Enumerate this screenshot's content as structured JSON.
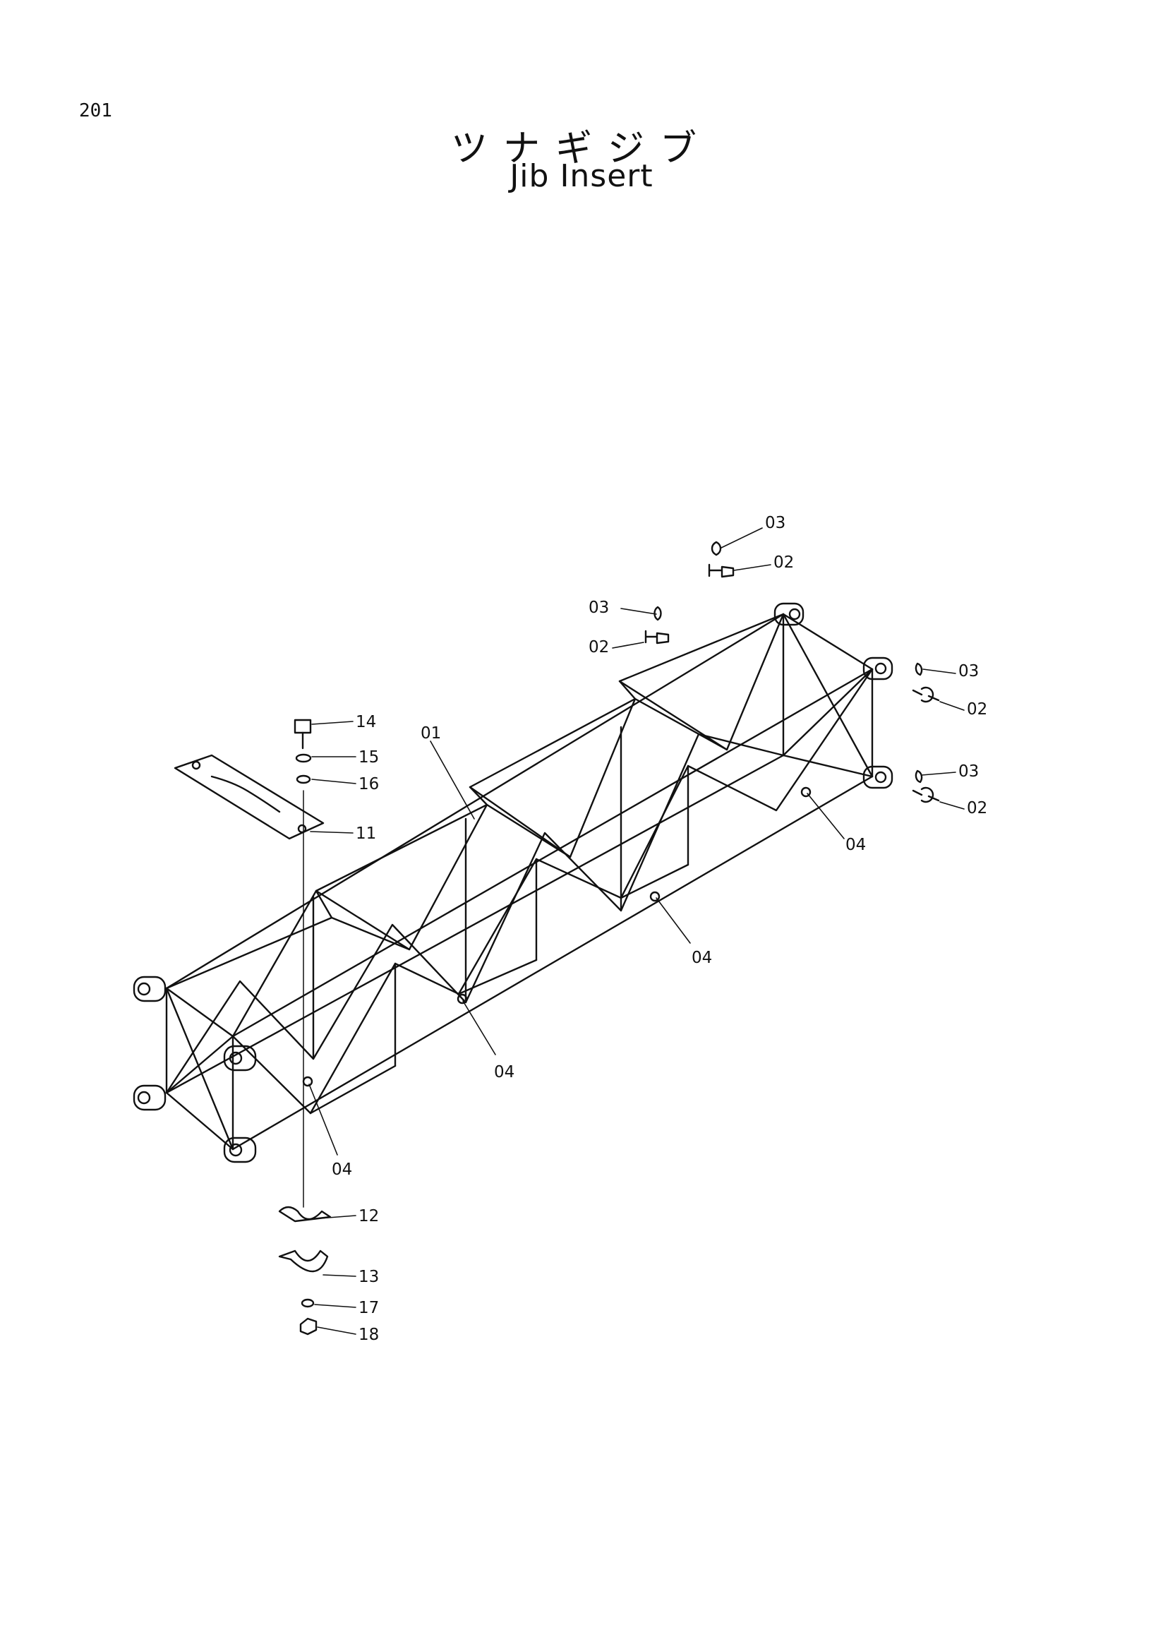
{
  "page": {
    "number": "201"
  },
  "title": {
    "japanese": "ツナギジブ",
    "english": "Jib Insert"
  },
  "callouts": {
    "c01": "01",
    "c02a": "02",
    "c02b": "02",
    "c02c": "02",
    "c02d": "02",
    "c03a": "03",
    "c03b": "03",
    "c03c": "03",
    "c03d": "03",
    "c04a": "04",
    "c04b": "04",
    "c04c": "04",
    "c04d": "04",
    "c11": "11",
    "c12": "12",
    "c13": "13",
    "c14": "14",
    "c15": "15",
    "c16": "16",
    "c17": "17",
    "c18": "18"
  },
  "colors": {
    "ink": "#111111",
    "paper": "#ffffff"
  }
}
